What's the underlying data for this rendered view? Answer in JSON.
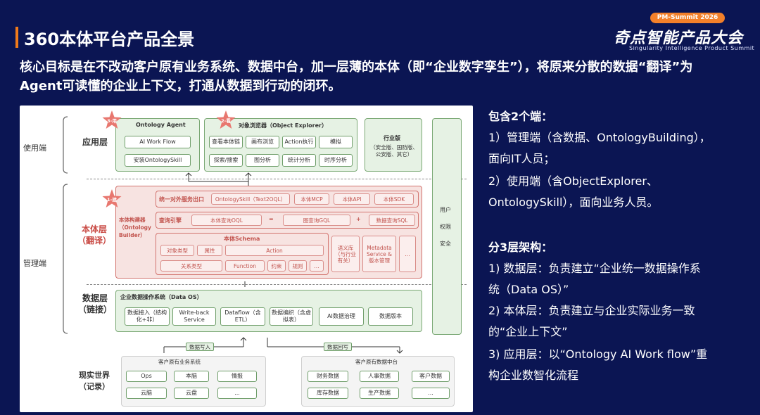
{
  "header": {
    "title": "360本体平台产品全景",
    "badge": "PM-Summit 2026",
    "logo_main": "奇点智能产品大会",
    "logo_sub": "Singularity Intelligence Product Summit"
  },
  "intro": "核心目标是在不改动客户原有业务系统、数据中台，加一层薄的本体（即“企业数字孪生”），将原来分散的数据“翻译”为Agent可读懂的企业上下文，打通从数据到行动的闭环。",
  "diagram": {
    "side_user": "使用端",
    "side_admin": "管理端",
    "stars": {
      "s1": "1-建",
      "s2": "2-看",
      "s3": "3-用"
    },
    "app_layer": {
      "label": "应用层",
      "agent_title": "Ontology Agent",
      "agent_items": [
        "AI Work Flow",
        "安装OntologySkill"
      ],
      "explorer_title": "对象浏览器（Object Explorer）",
      "explorer_items": [
        "查看本体链",
        "画布浏览",
        "Action执行",
        "模拟",
        "探索/搜索",
        "图分析",
        "统计分析",
        "时序分析"
      ],
      "industry_title": "行业版",
      "industry_desc": "（安全版、国防版、公安版、其它）"
    },
    "ontology_layer": {
      "label": "本体层",
      "label2": "（翻译）",
      "builder": "本体构建器（Ontology Builder）",
      "unified_title": "统一对外服务出口",
      "unified_items": [
        "OntologySkill（Text2OQL）",
        "本体MCP",
        "本体API",
        "本体SDK"
      ],
      "query_title": "查询引擎",
      "query_items": [
        "本体查询OQL",
        "=",
        "图查询GQL",
        "+",
        "数据查询SQL"
      ],
      "schema_title": "本体Schema",
      "schema_items": [
        "对象类型",
        "属性",
        "Action",
        "关系类型",
        "Function",
        "约束",
        "规则",
        "..."
      ],
      "semantic": "语义库（与行业有关）",
      "metadata": "Metadata Service & 版本管理",
      "ellipsis": "..."
    },
    "data_layer": {
      "label": "数据层",
      "label2": "（链接）",
      "os_title": "企业数据操作系统（Data OS）",
      "items": [
        "数据接入（结构化+非）",
        "Write-back Service",
        "Dataflow（含ETL）",
        "数据编织（含虚拟表）",
        "AI数据治理",
        "数据版本"
      ]
    },
    "side_panel": [
      "用户",
      "权限",
      "安全"
    ],
    "flow_write": "数据写入",
    "flow_back": "数据回写",
    "real_world": {
      "label": "现实世界",
      "label2": "（记录）",
      "biz_title": "客户原有业务系统",
      "biz_items": [
        "Ops",
        "本脑",
        "情报",
        "云脑",
        "云盘",
        "..."
      ],
      "dc_title": "客户原有数据中台",
      "dc_items": [
        "财务数据",
        "人事数据",
        "客户数据",
        "库存数据",
        "生产数据",
        "..."
      ]
    }
  },
  "right_text": {
    "ends_title": "包含2个端：",
    "end1_a": "1）管理端（含数据、OntologyBuilding），",
    "end1_b": "面向IT人员；",
    "end2_a": "2）使用端（含ObjectExplorer、",
    "end2_b": "OntologySkill），面向业务人员。",
    "arch_title": "分3层架构：",
    "l1_a": "1) 数据层：负责建立“企业统一数据操作系",
    "l1_b": "统（Data OS）”",
    "l2_a": "2) 本体层：负责建立与企业实际业务一致",
    "l2_b": "的“企业上下文”",
    "l3_a": "3) 应用层：以“Ontology AI Work flow”重",
    "l3_b": "构企业数智化流程"
  },
  "colors": {
    "background": "#0b1553",
    "accent": "#f07a1a",
    "green_box": "#e6f2e4",
    "pink_box": "#f7e3e1",
    "red_text": "#c94a44"
  }
}
